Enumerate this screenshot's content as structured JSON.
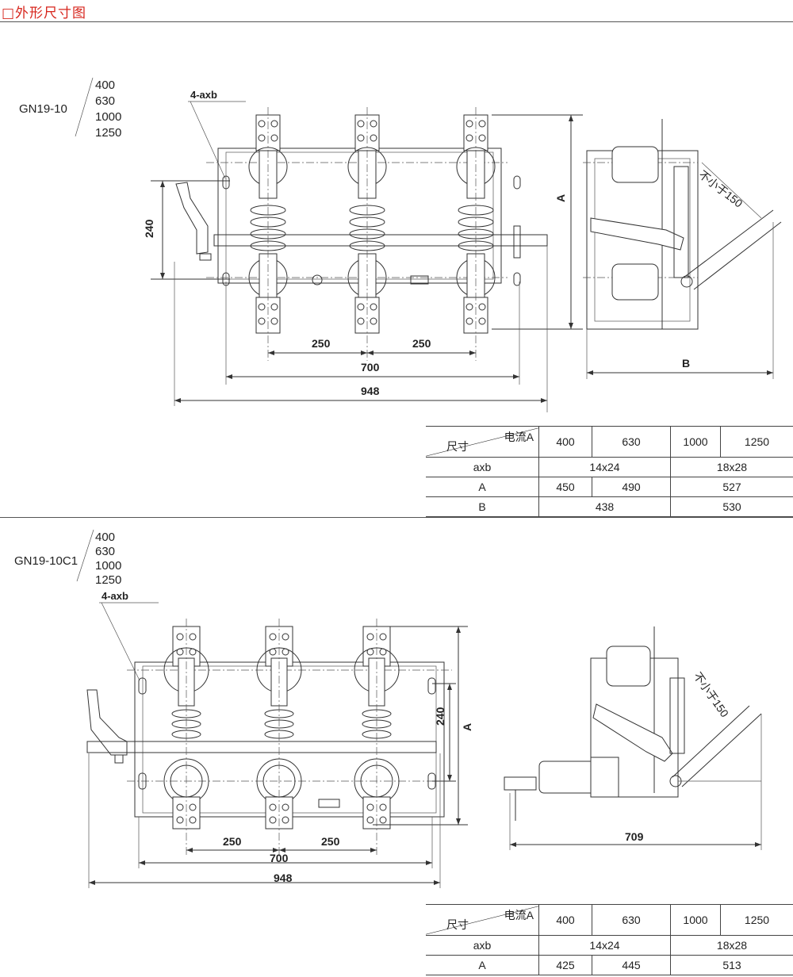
{
  "title": "□外形尺寸图",
  "drawing1": {
    "model": "GN19-10",
    "currents": [
      "400",
      "630",
      "1000",
      "1250"
    ],
    "hole_label": "4-axb",
    "dims": {
      "pitch1": "250",
      "pitch2": "250",
      "span700": "700",
      "overall": "948",
      "height240": "240",
      "A": "A",
      "B": "B",
      "clearance": "不小于150"
    }
  },
  "table1": {
    "header_top": "电流A",
    "header_bottom": "尺寸",
    "currents": [
      "400",
      "630",
      "1000",
      "1250"
    ],
    "rows": [
      {
        "label": "axb",
        "cells": [
          "14x24",
          "18x28"
        ]
      },
      {
        "label": "A",
        "cells": [
          "450",
          "490",
          "527"
        ]
      },
      {
        "label": "B",
        "cells": [
          "438",
          "530"
        ]
      }
    ]
  },
  "drawing2": {
    "model": "GN19-10C1",
    "currents": [
      "400",
      "630",
      "1000",
      "1250"
    ],
    "hole_label": "4-axb",
    "dims": {
      "pitch1": "250",
      "pitch2": "250",
      "span700": "700",
      "overall": "948",
      "height240": "240",
      "A": "A",
      "depth": "709",
      "clearance": "不小于150"
    }
  },
  "table2": {
    "header_top": "电流A",
    "header_bottom": "尺寸",
    "currents": [
      "400",
      "630",
      "1000",
      "1250"
    ],
    "rows": [
      {
        "label": "axb",
        "cells": [
          "14x24",
          "18x28"
        ]
      },
      {
        "label": "A",
        "cells": [
          "425",
          "445",
          "513"
        ]
      }
    ]
  }
}
